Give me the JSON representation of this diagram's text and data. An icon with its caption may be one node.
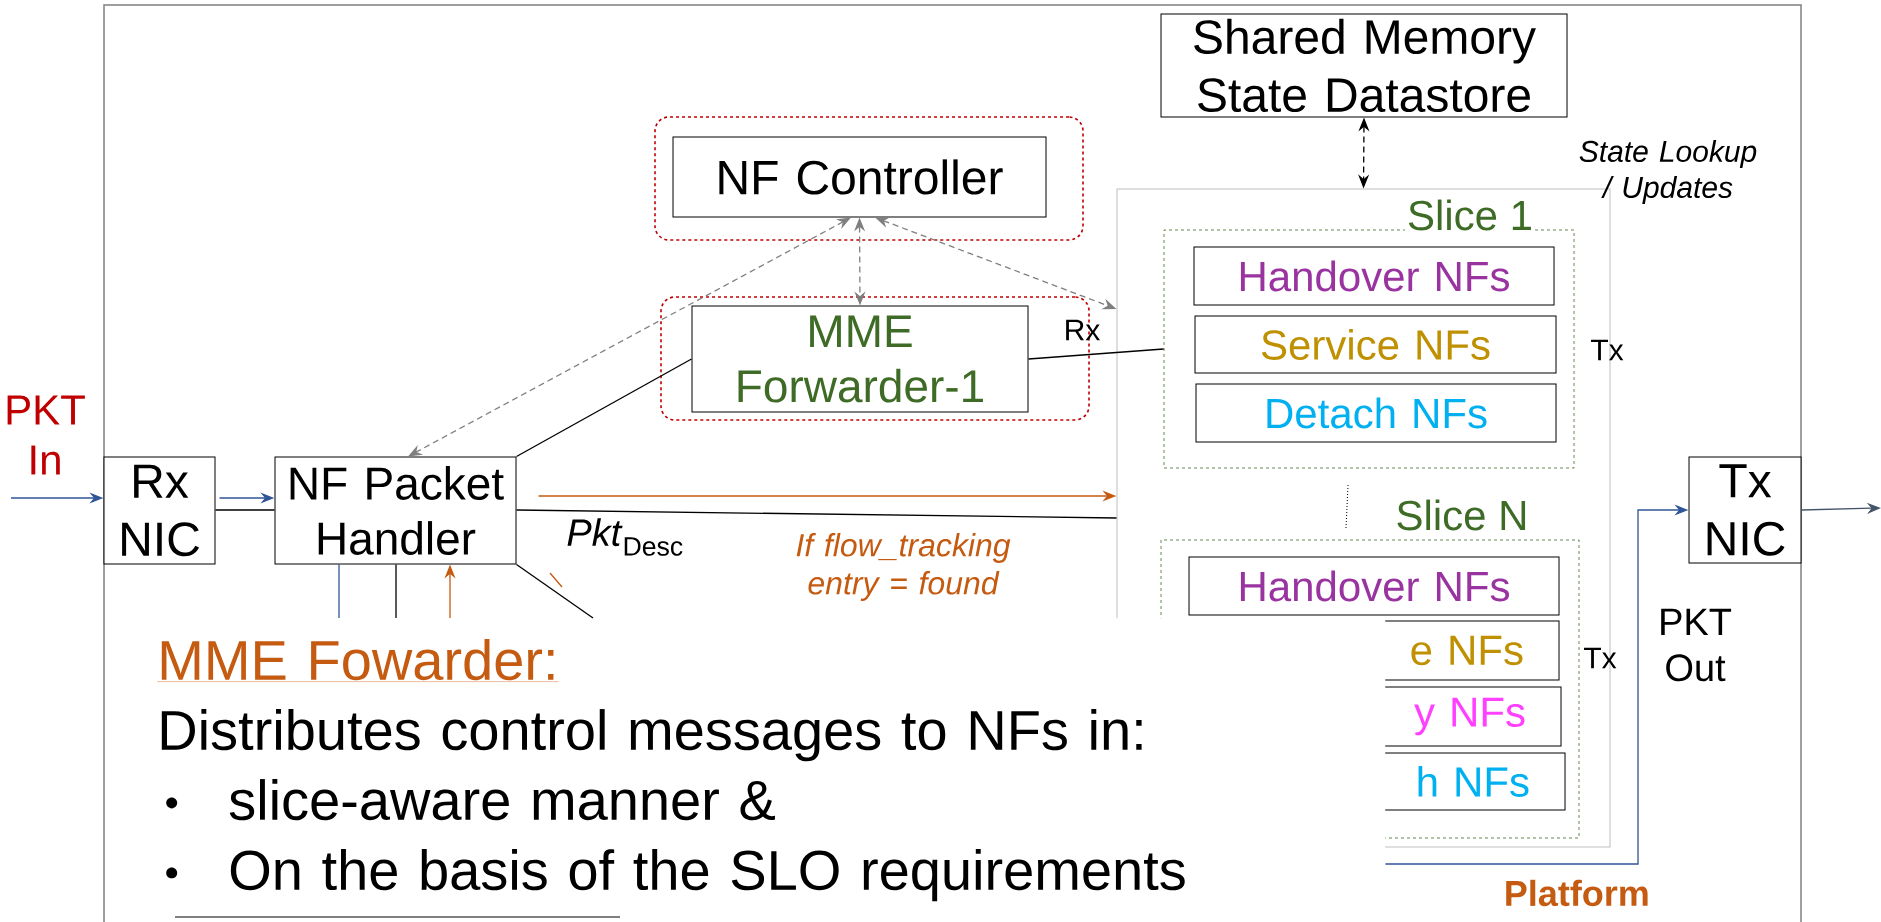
{
  "diagram": {
    "nodes": [
      {
        "text": [],
        "shape": "box"
      },
      {
        "text": [
          "NF Controller"
        ],
        "in": 0
      },
      {
        "text": [
          "Shared Memory State Datastore"
        ]
      },
      {
        "text": [],
        "shape": "box"
      },
      {
        "text": [
          "MME Forwarder-1"
        ],
        "in": 3
      },
      {
        "text": [
          "Rx NIC"
        ]
      },
      {
        "text": [
          "NF Packet Handler"
        ]
      },
      {
        "text": [],
        "shape": "box"
      },
      {
        "text": [
          "Slice 1"
        ],
        "in": 7
      },
      {
        "text": [
          "Handover NFs"
        ],
        "in": 8
      },
      {
        "text": [
          "Service NFs"
        ],
        "in": 8
      },
      {
        "text": [
          "Detach NFs"
        ],
        "in": 8
      },
      {
        "text": [
          "Slice N"
        ],
        "in": 7
      },
      {
        "text": [
          "Handover NFs"
        ],
        "in": 12
      },
      {
        "text": [
          "e NFs"
        ],
        "in": 12
      },
      {
        "text": [
          "y NFs"
        ],
        "in": 12
      },
      {
        "text": [
          "h NFs"
        ],
        "in": 12
      },
      {
        "text": [
          "Tx NIC"
        ]
      },
      {
        "text": [
          "MME Fowarder:",
          "Distributes control messages to NFs in:",
          "slice-aware manner &",
          "On the basis of the SLO requirements"
        ]
      }
    ],
    "edges": [
      {
        "from": null,
        "to": 5,
        "arrow": "to",
        "color": "#2f5597"
      },
      {
        "from": 5,
        "to": 6,
        "arrow": "to",
        "color": "#2f5597"
      },
      {
        "from": 5,
        "to": 6,
        "arrow": "none"
      },
      {
        "from": 6,
        "to": 4,
        "arrow": "none"
      },
      {
        "from": 4,
        "to": 8,
        "arrow": "none"
      },
      {
        "from": 1,
        "to": 4,
        "arrow": "both",
        "style": "dashed",
        "color": "#7f7f7f"
      },
      {
        "from": 1,
        "to": 6,
        "arrow": "both",
        "style": "dashed",
        "color": "#7f7f7f"
      },
      {
        "from": 1,
        "to": 7,
        "arrow": "both",
        "style": "dashed",
        "color": "#7f7f7f"
      },
      {
        "from": 2,
        "to": 7,
        "arrow": "both",
        "style": "dashed"
      },
      {
        "from": 6,
        "to": 7,
        "arrow": "to",
        "color": "#c55a11"
      },
      {
        "from": 6,
        "to": 7,
        "arrow": "none"
      },
      {
        "from": 18,
        "to": 17,
        "arrow": "to",
        "color": "#2f5597"
      },
      {
        "from": 18,
        "to": 6,
        "arrow": "to",
        "color": "#c55a11"
      },
      {
        "from": 6,
        "to": 18,
        "arrow": "none"
      },
      {
        "from": 6,
        "to": 18,
        "arrow": "none"
      },
      {
        "from": 17,
        "to": null,
        "arrow": "to",
        "color": "#44546a"
      },
      {
        "from": 6,
        "to": 18,
        "arrow": "none",
        "color": "#2f5597"
      }
    ],
    "labels": [
      "PKT In",
      "State Lookup / Updates",
      "Rx",
      "Tx",
      "*Pkt*$_{Desc}$",
      "If flow_tracking entry = found",
      "Tx",
      "PKT Out",
      "Platform"
    ]
  }
}
